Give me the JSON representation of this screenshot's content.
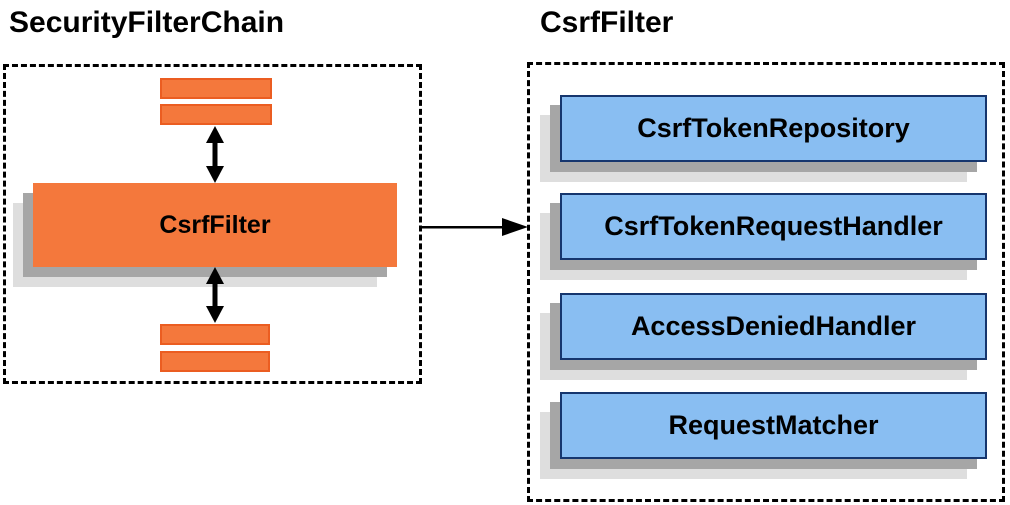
{
  "diagram": {
    "left_group": {
      "title": "SecurityFilterChain",
      "filter_box_label": "CsrfFilter"
    },
    "right_group": {
      "title": "CsrfFilter",
      "components": [
        "CsrfTokenRepository",
        "CsrfTokenRequestHandler",
        "AccessDeniedHandler",
        "RequestMatcher"
      ]
    }
  },
  "colors": {
    "orange_fill": "#F4783C",
    "orange_border": "#EB5D21",
    "blue_fill": "#89BEF2",
    "blue_border": "#16366E",
    "shadow_dark": "#A6A6A6",
    "shadow_light": "#DEDEDE",
    "line_color": "#000000",
    "bg_color": "#FFFFFF"
  }
}
